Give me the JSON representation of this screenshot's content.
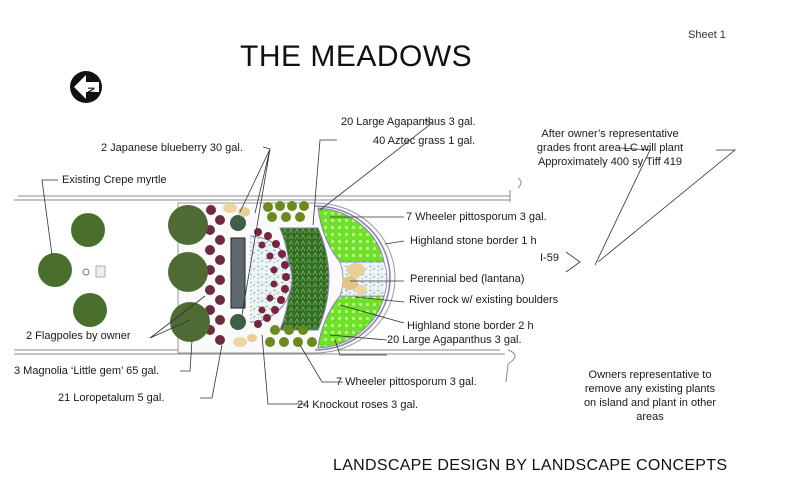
{
  "header": {
    "title": "THE MEADOWS",
    "sheet": "Sheet 1",
    "north_icon": "north-arrow-icon"
  },
  "callouts": {
    "japanese_blueberry": "2  Japanese blueberry 30 gal.",
    "existing_crepe_myrtle": "Existing Crepe myrtle",
    "large_agapanthus_top": "20 Large Agapanthus  3 gal.",
    "aztec_grass": "40 Aztec grass 1 gal.",
    "wheeler_pittosporum_top": "7 Wheeler pittosporum 3 gal.",
    "highland_border_1h": "Highland stone border 1 h",
    "road_label": "I-59",
    "perennial_bed": "Perennial bed (lantana)",
    "river_rock": "River rock w/ existing boulders",
    "highland_border_2h": "Highland stone border 2 h",
    "large_agapanthus_bottom": "20 Large Agapanthus 3 gal.",
    "flagpoles": "2 Flagpoles by owner",
    "magnolia": "3 Magnolia ‘Little gem’ 65 gal.",
    "loropetalum": "21 Loropetalum  5 gal.",
    "wheeler_pittosporum_bottom": "7 Wheeler pittosporum 3 gal.",
    "knockout_roses": "24 Knockout roses 3 gal."
  },
  "notes": {
    "sod_note": [
      "After owner’s representative",
      "grades front area LC will plant",
      "Approximately 400 sy Tiff 419"
    ],
    "owner_note": [
      "Owners representative to",
      "remove any existing plants",
      "on island and plant in other",
      "areas"
    ]
  },
  "footer": {
    "credit": "LANDSCAPE DESIGN BY LANDSCAPE CONCEPTS"
  },
  "colors": {
    "lime_green": "#7ee832",
    "dark_shrub": "#4f6b34",
    "loropetalum": "#6e2a3e",
    "rock": "#e8cf98",
    "border_purple": "#8a7fb0",
    "gravel": "#b9d6d8",
    "road_line": "#888888"
  }
}
